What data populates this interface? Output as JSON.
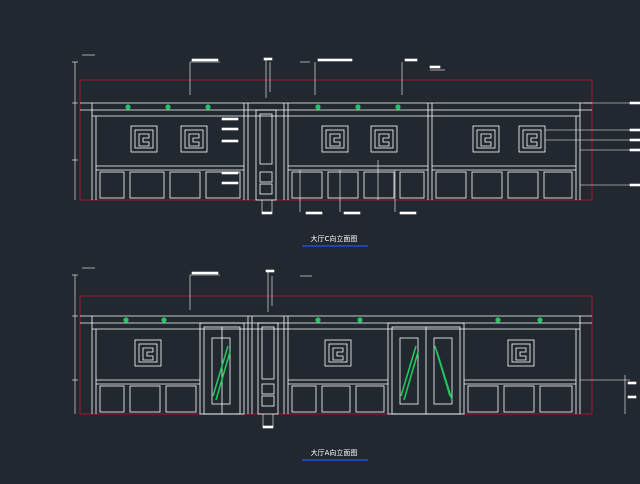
{
  "canvas": {
    "background": "#212830"
  },
  "colors": {
    "line": "#ffffff",
    "border": "#c8102e",
    "ornament": "#22c55e",
    "title_underline": "#1e4fd6",
    "title_text": "#ffffff"
  },
  "drawings": [
    {
      "id": "elevation-c",
      "title": "大厅C向立面图",
      "has_doors": false,
      "panel_motifs": 6
    },
    {
      "id": "elevation-a",
      "title": "大厅A向立面图",
      "has_doors": true,
      "panel_motifs": 3
    }
  ]
}
